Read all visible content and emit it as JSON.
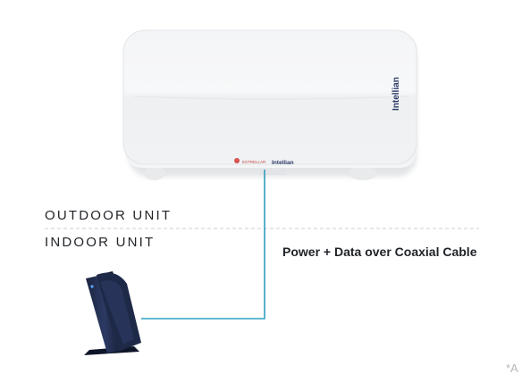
{
  "labels": {
    "outdoor": "OUTDOOR UNIT",
    "indoor": "INDOOR UNIT",
    "cable": "Power + Data over Coaxial Cable",
    "footnote": "*A"
  },
  "outdoor_unit": {
    "brand_side": "Intellian",
    "brand_front": "Intellian",
    "brand_front_small": "ESTRELLAR"
  },
  "colors": {
    "cable": "#2f9fbf",
    "divider": "#c9ccd0",
    "text": "#1f2328"
  }
}
